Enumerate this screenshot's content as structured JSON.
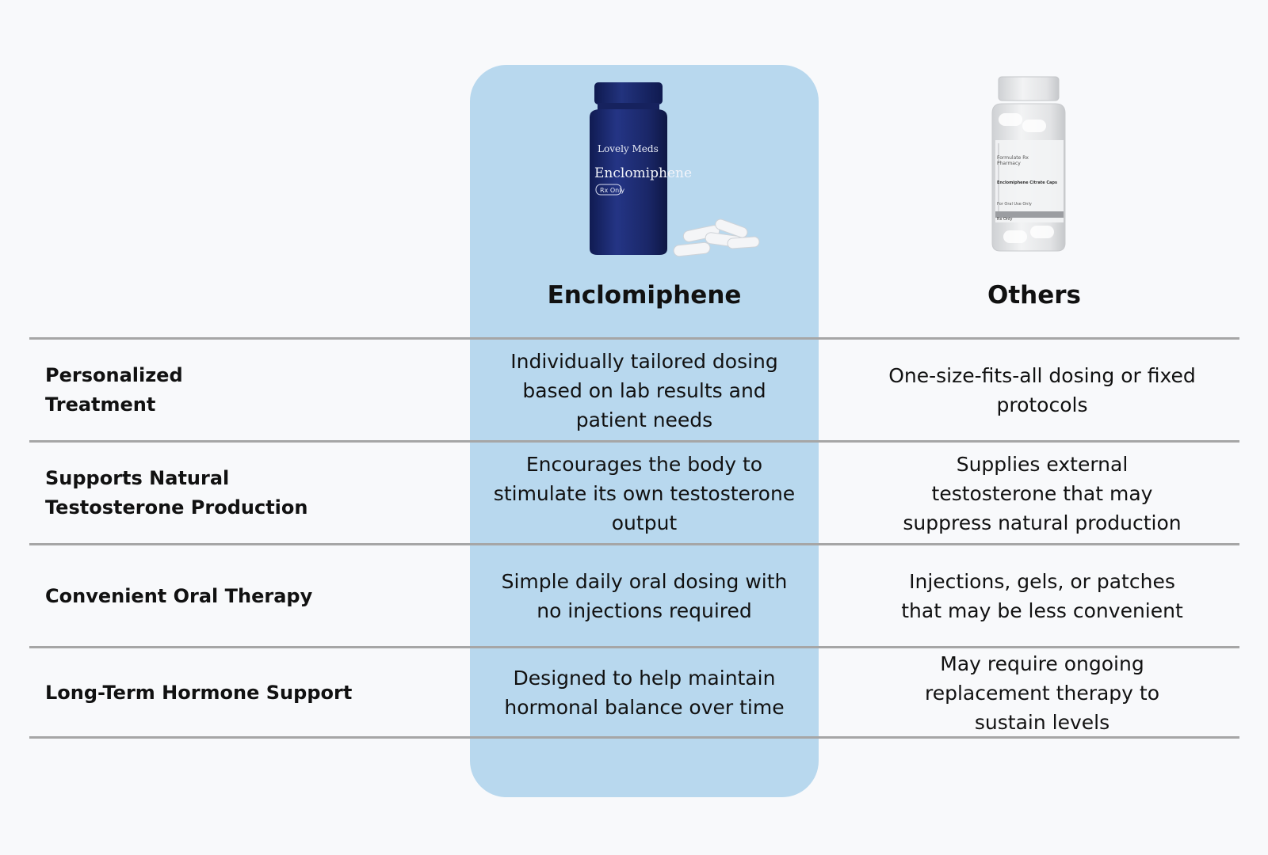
{
  "columns": {
    "primary": {
      "title": "Enclomiphene",
      "image": {
        "type": "pill-bottle",
        "brand": "Lovely Meds",
        "product": "Enclomiphene",
        "badge": "Rx Only"
      },
      "accent": "#b8d8ee"
    },
    "secondary": {
      "title": "Others",
      "image": {
        "type": "pill-bottle",
        "label_line1": "Formulate Rx",
        "label_line2": "Pharmacy",
        "product": "Enclomiphene Citrate Caps",
        "usage": "For Oral Use Only",
        "badge": "Rx Only"
      }
    }
  },
  "rows": [
    {
      "feature": "Personalized Treatment",
      "primary": "Individually tailored dosing based on lab results and patient needs",
      "secondary": "One-size-fits-all dosing or fixed protocols"
    },
    {
      "feature": "Supports Natural Testosterone Production",
      "primary": "Encourages the body to stimulate its own testosterone output",
      "secondary": "Supplies external testosterone that may suppress natural production"
    },
    {
      "feature": "Convenient Oral Therapy",
      "primary": "Simple daily oral dosing with no injections required",
      "secondary": "Injections, gels, or patches that may be less convenient"
    },
    {
      "feature": "Long-Term Hormone Support",
      "primary": "Designed to help maintain hormonal balance over time",
      "secondary": "May require ongoing replacement therapy to sustain levels"
    }
  ],
  "colors": {
    "background": "#f8f9fb",
    "highlight": "#b8d8ee",
    "rule": "#a6a6a6",
    "bottle_primary": "#1c2a6b",
    "bottle_secondary": "#e6e7e9"
  }
}
